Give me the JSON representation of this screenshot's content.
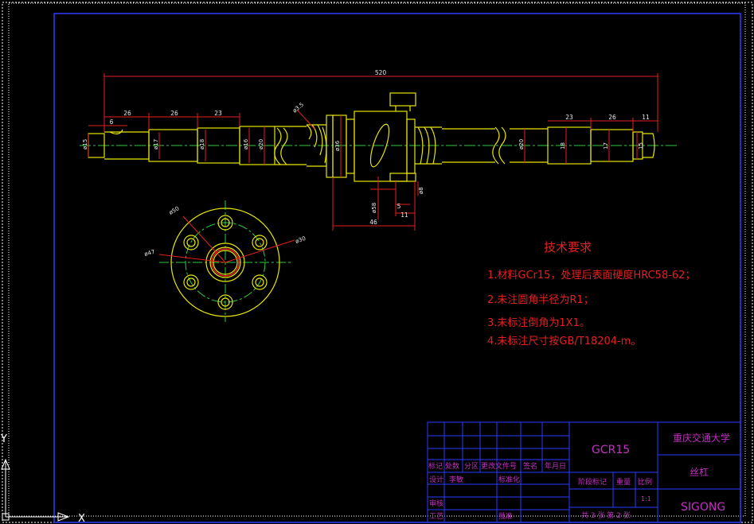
{
  "dimensions": {
    "overall": "520",
    "left_seg_1": "26",
    "left_seg_2": "26",
    "left_seg_3": "23",
    "left_small": "6",
    "right_seg_1": "23",
    "right_seg_2": "26",
    "right_seg_3": "11",
    "dia_left_end": "ø15",
    "dia_left_2": "ø17",
    "dia_left_3": "ø18",
    "dia_left_4": "ø16",
    "dia_left_5": "ø20",
    "dia_nut": "ø36",
    "dia_mid_right": "ø20",
    "dia_right_2": "18",
    "dia_right_3": "17",
    "dia_right_4": "15",
    "thread_callout": "ø3.5",
    "flange_width": "46",
    "flange_sub_1": "5",
    "flange_sub_2": "11",
    "flange_dia": "ø58",
    "flange_small_dia": "ø8",
    "circle_dia_50": "ø50",
    "circle_dia_47": "ø47",
    "circle_dia_30": "ø30"
  },
  "tech_requirements": {
    "title": "技术要求",
    "items": [
      "1.材料GCr15，处理后表面硬度HRC58-62；",
      "2.未注圆角半径为R1；",
      "3.未标注倒角为1X1。",
      "4.未标注尺寸按GB/T18204-m。"
    ]
  },
  "title_block": {
    "material": "GCR15",
    "school": "重庆交通大学",
    "part_name": "丝杠",
    "code": "SIGONG",
    "row_labels": [
      "标记",
      "处数",
      "分区",
      "更改文件号",
      "签名",
      "年月日"
    ],
    "design": "设计",
    "designer": "李敏",
    "standardize": "标准化",
    "stage_mark": "阶段标记",
    "weight": "重量",
    "scale": "比例",
    "scale_value": "1:1",
    "review": "审核",
    "process": "工艺",
    "approve": "批准",
    "sheets": "共 3 张 第 2 张"
  },
  "ucs": {
    "x_label": "X",
    "y_label": "Y"
  }
}
